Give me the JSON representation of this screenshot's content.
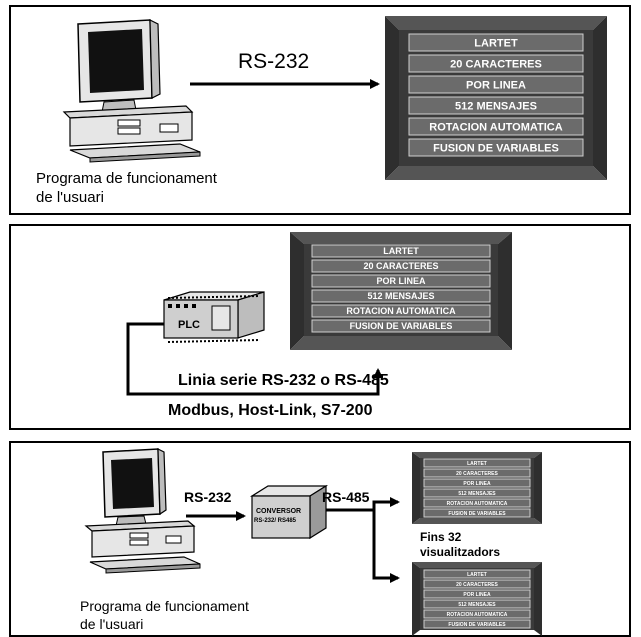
{
  "panel1": {
    "link_label": "RS-232",
    "caption_line1": "Programa de funcionament",
    "caption_line2": "de l'usuari"
  },
  "panel2": {
    "plc_label": "PLC",
    "line_label": "Linia serie RS-232 o RS-485",
    "protocols": "Modbus, Host-Link, S7-200"
  },
  "panel3": {
    "rs232_label": "RS-232",
    "rs485_label": "RS-485",
    "converter_line1": "CONVERSOR",
    "converter_line2": "RS-232/ RS485",
    "count_line1": "Fins 32",
    "count_line2": "visualitzadors",
    "caption_line1": "Programa de funcionament",
    "caption_line2": "de l'usuari"
  },
  "display_messages": [
    "LARTET",
    "20 CARACTERES",
    "POR LINEA",
    "512 MENSAJES",
    "ROTACION AUTOMATICA",
    "FUSION DE VARIABLES"
  ],
  "colors": {
    "display_body": "#3a3a3a",
    "display_row": "#6b6b6b",
    "device_gray": "#cfcfcf"
  }
}
